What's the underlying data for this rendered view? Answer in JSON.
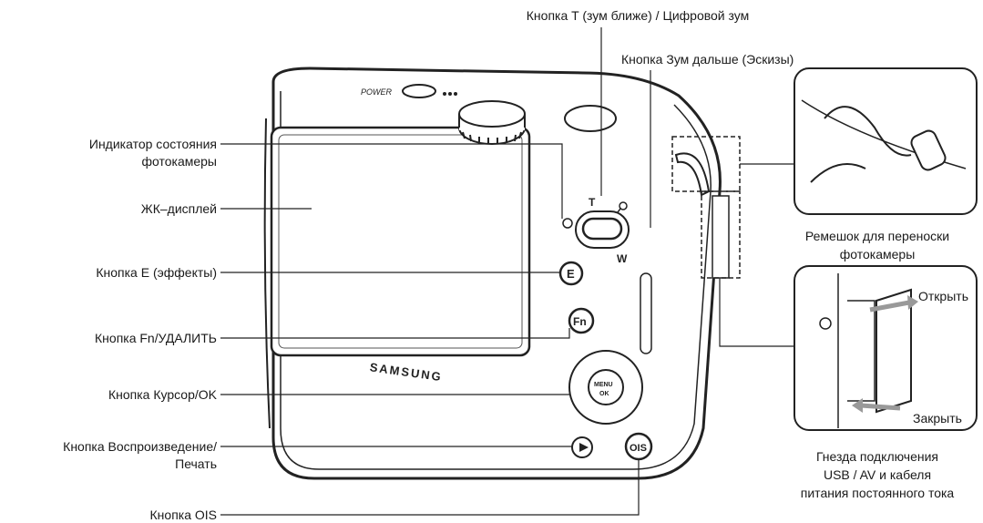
{
  "labels": {
    "zoom_t": "Кнопка T (зум ближе) / Цифровой зум",
    "zoom_w": "Кнопка Зум дальше (Эскизы)",
    "status_lamp_1": "Индикатор состояния",
    "status_lamp_2": "фотокамеры",
    "lcd": "ЖК–дисплей",
    "e_button": "Кнопка E (эффекты)",
    "fn_button": "Кнопка Fn/УДАЛИТЬ",
    "cursor_button": "Кнопка Курсор/OK",
    "play_button_1": "Кнопка Воспроизведение/",
    "play_button_2": "Печать",
    "ois_button": "Кнопка OIS",
    "strap_1": "Ремешок для переноски",
    "strap_2": "фотокамеры",
    "open": "Открыть",
    "close": "Закрыть",
    "ports_1": "Гнезда подключения",
    "ports_2": "USB / AV и кабеля",
    "ports_3": "питания постоянного тока"
  },
  "camera": {
    "brand": "SAMSUNG",
    "power": "POWER",
    "t": "T",
    "w": "W",
    "e": "E",
    "fn": "Fn",
    "menu": "MENU",
    "ok": "OK",
    "ois": "OIS"
  }
}
